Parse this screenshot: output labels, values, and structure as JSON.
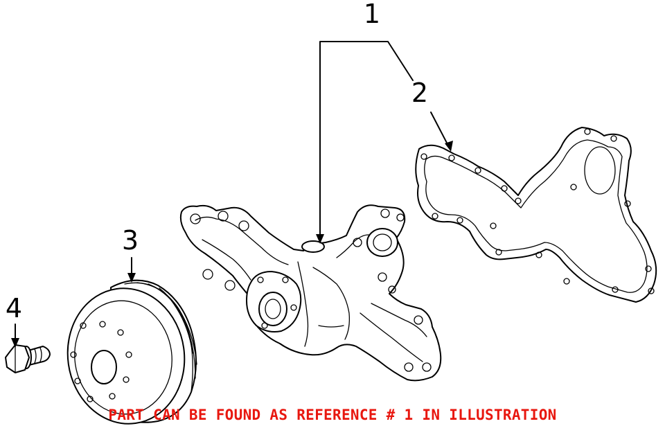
{
  "callouts": {
    "c1": "1",
    "c2": "2",
    "c3": "3",
    "c4": "4"
  },
  "footer_note": "PART CAN BE FOUND AS REFERENCE # 1 IN ILLUSTRATION",
  "colors": {
    "footer_text": "#e8170f",
    "line_art": "#000000",
    "background": "#ffffff"
  }
}
